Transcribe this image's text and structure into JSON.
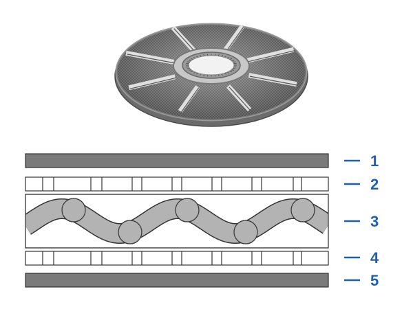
{
  "colors": {
    "outer_plate": "#7a7a7a",
    "wave": "#b3b3b3",
    "outline": "#333333",
    "callout": "#1f5fae",
    "mesh_dark": "#6e6e6e",
    "mesh_light": "#a6a6a6"
  },
  "layers": [
    {
      "label": "1"
    },
    {
      "label": "2"
    },
    {
      "label": "3"
    },
    {
      "label": "4"
    },
    {
      "label": "5"
    }
  ]
}
